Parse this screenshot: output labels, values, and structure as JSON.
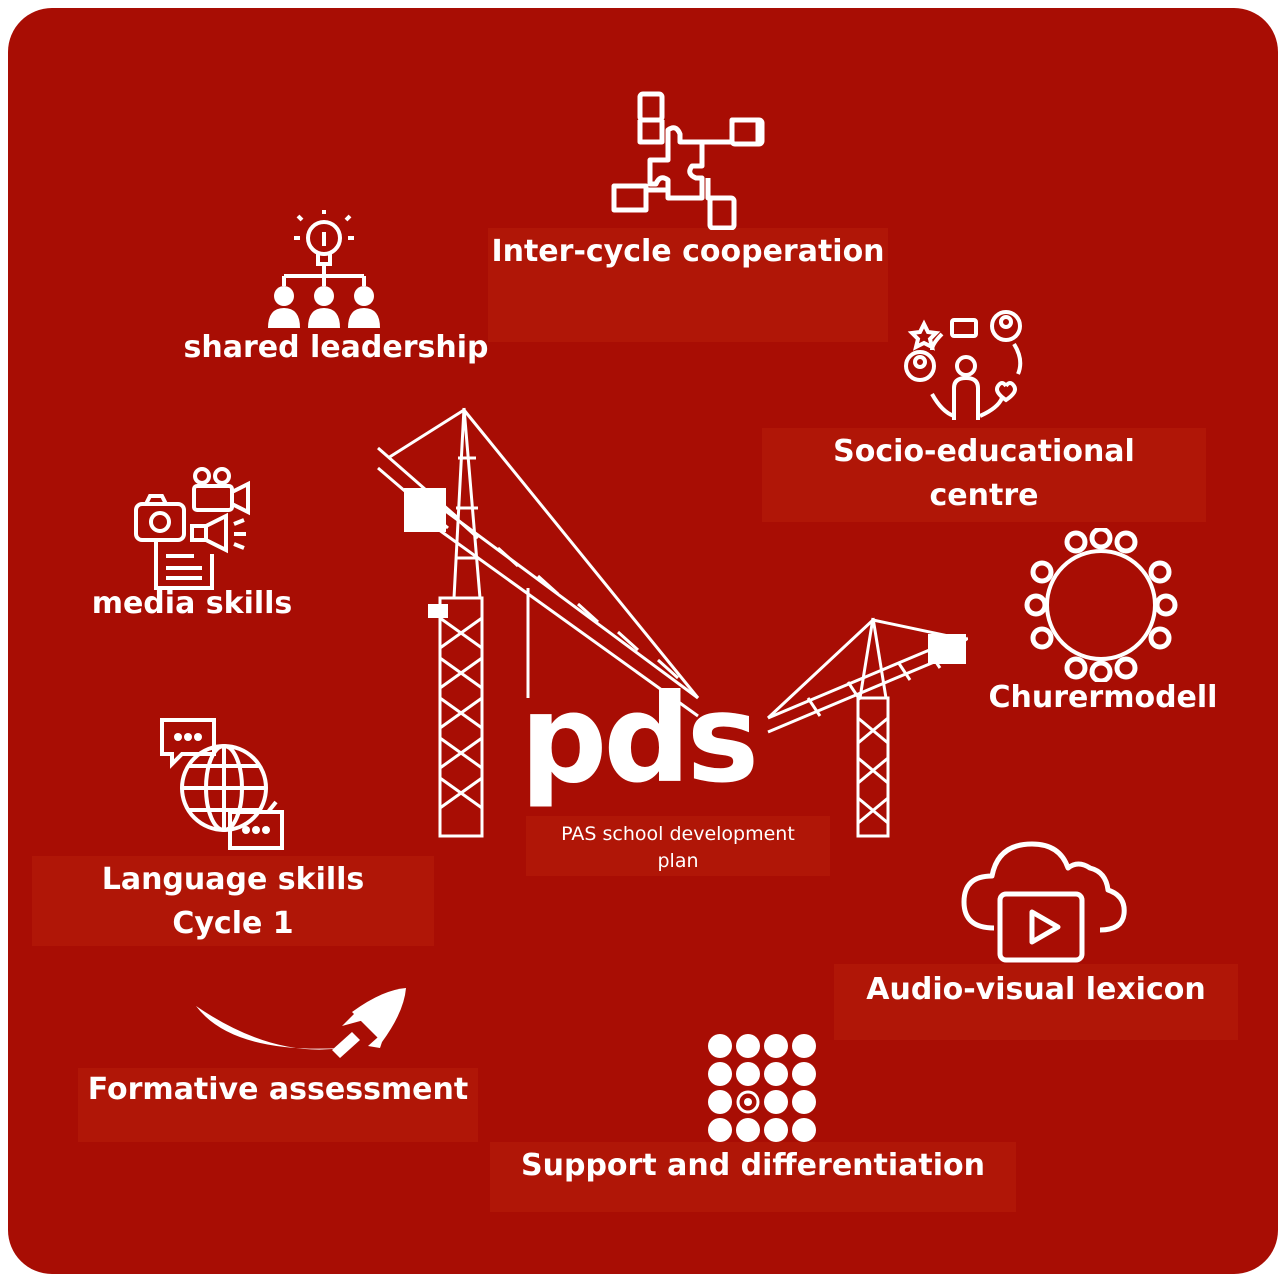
{
  "colors": {
    "background": "#a80d04",
    "label_box": "#b01607",
    "foreground": "#ffffff"
  },
  "center": {
    "logo": "pds",
    "subtitle_line1": "PAS school development",
    "subtitle_line2": "plan"
  },
  "topics": {
    "inter_cycle": {
      "label": "Inter-cycle cooperation",
      "icon": "puzzle-hands-icon"
    },
    "shared_leadership": {
      "label": "shared leadership",
      "icon": "lightbulb-team-icon"
    },
    "socio_educational": {
      "label_line1": "Socio-educational",
      "label_line2": "centre",
      "icon": "community-network-icon"
    },
    "media": {
      "label": "media skills",
      "icon": "media-devices-icon"
    },
    "churermodell": {
      "label": "Churermodell",
      "icon": "round-table-icon"
    },
    "language": {
      "label_line1": "Language skills",
      "label_line2": "Cycle 1",
      "icon": "globe-chat-icon"
    },
    "audio_visual": {
      "label": "Audio-visual lexicon",
      "icon": "cloud-video-icon"
    },
    "formative": {
      "label": "Formative assessment",
      "icon": "rocket-icon"
    },
    "support": {
      "label": "Support and differentiation",
      "icon": "dot-grid-target-icon"
    }
  }
}
